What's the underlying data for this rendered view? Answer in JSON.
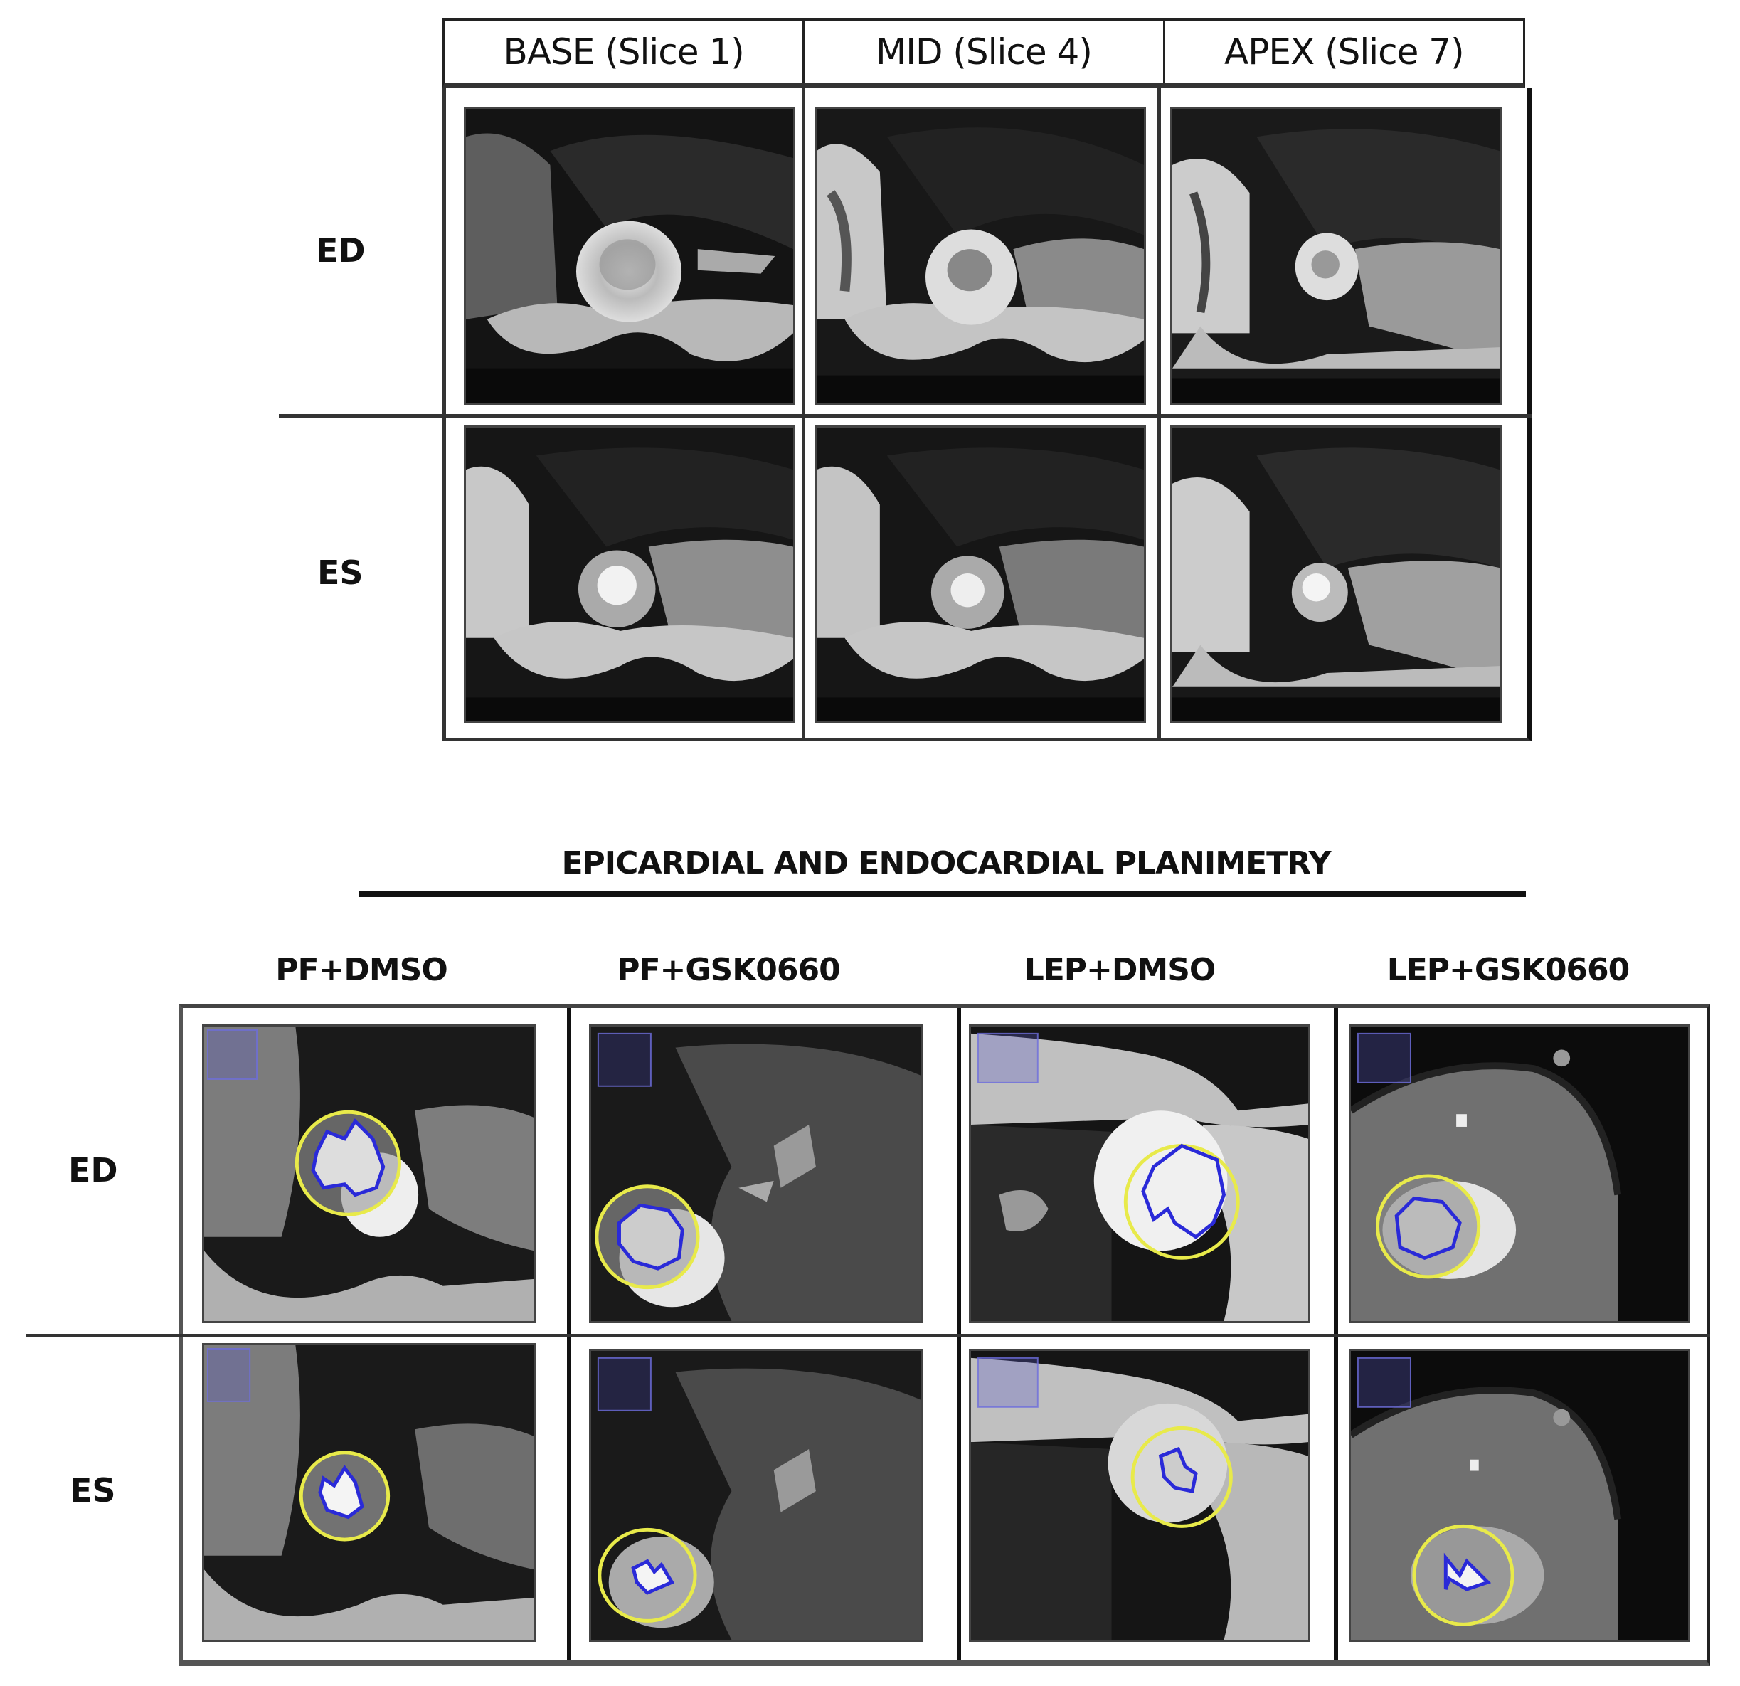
{
  "figure": {
    "top_panel": {
      "column_headers": [
        "BASE (Slice 1)",
        "MID (Slice 4)",
        "APEX (Slice 7)"
      ],
      "row_labels": [
        "ED",
        "ES"
      ]
    },
    "bottom_panel": {
      "title": "EPICARDIAL AND ENDOCARDIAL PLANIMETRY",
      "column_headers": [
        "PF+DMSO",
        "PF+GSK0660",
        "LEP+DMSO",
        "LEP+GSK0660"
      ],
      "row_labels": [
        "ED",
        "ES"
      ],
      "contour_colors": {
        "epicardial": "#e8ea4a",
        "endocardial": "#2a2ad8",
        "roi_marker": "#6a6adc"
      }
    }
  }
}
